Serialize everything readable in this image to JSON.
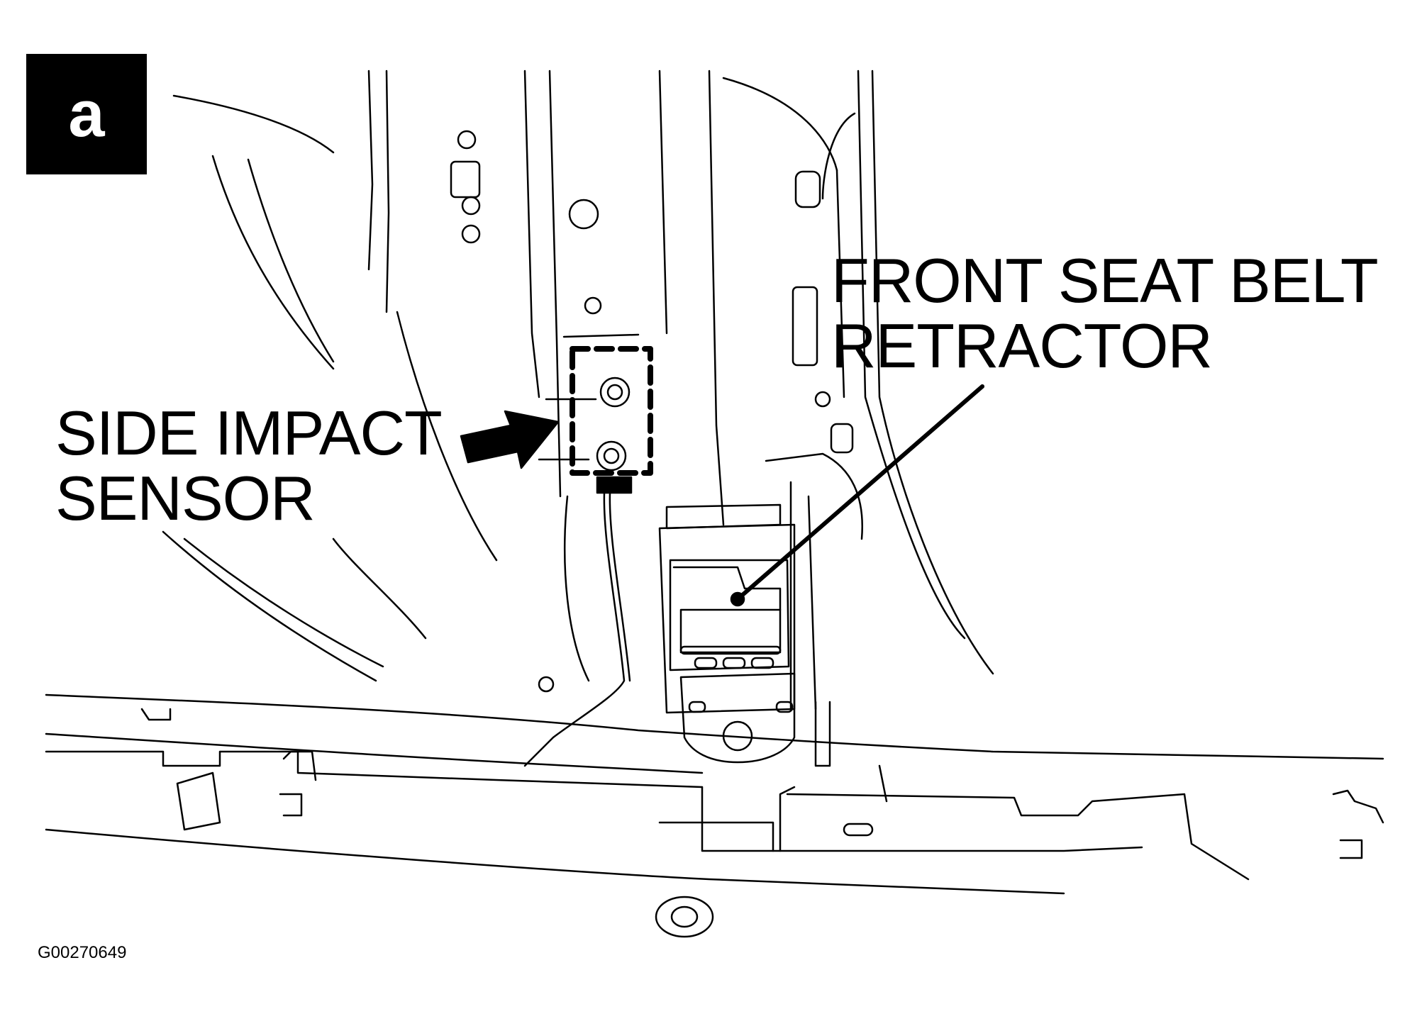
{
  "panel_label": "a",
  "callouts": {
    "side_impact_sensor": {
      "line1": "SIDE IMPACT",
      "line2": "SENSOR"
    },
    "front_seat_belt_retractor": {
      "line1": "FRONT SEAT BELT",
      "line2": "RETRACTOR"
    }
  },
  "figure_code": "G00270649",
  "colors": {
    "line": "#000000",
    "background": "#ffffff"
  }
}
